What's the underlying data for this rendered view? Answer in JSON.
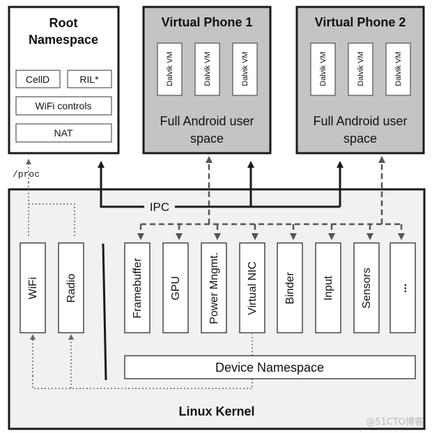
{
  "root": {
    "title_line1": "Root",
    "title_line2": "Namespace",
    "celld": "CellD",
    "ril": "RIL*",
    "wifi_controls": "WiFi controls",
    "nat": "NAT"
  },
  "phones": [
    {
      "title": "Virtual Phone 1",
      "vms": [
        "Dalvik VM",
        "Dalvik VM",
        "Dalvik VM"
      ],
      "desc_line1": "Full Android user",
      "desc_line2": "space"
    },
    {
      "title": "Virtual Phone 2",
      "vms": [
        "Dalvik VM",
        "Dalvik VM",
        "Dalvik VM"
      ],
      "desc_line1": "Full Android user",
      "desc_line2": "space"
    }
  ],
  "proc_label": "/proc",
  "ipc_label": "IPC",
  "kernel": {
    "title": "Linux Kernel",
    "root_drivers": [
      "WiFi",
      "Radio"
    ],
    "device_drivers": [
      "Framebuffer",
      "GPU",
      "Power Mngmt.",
      "Virtual NIC",
      "Binder",
      "Input",
      "Sensors",
      "..."
    ],
    "device_namespace": "Device Namespace"
  },
  "watermark": "@51CTO博客",
  "colors": {
    "phone_fill": "#c4c4c4",
    "kernel_fill": "#f1f1f1",
    "stroke": "#1a1a1a",
    "dashed_arrow": "#555555",
    "dotted_arrow": "#666666"
  }
}
